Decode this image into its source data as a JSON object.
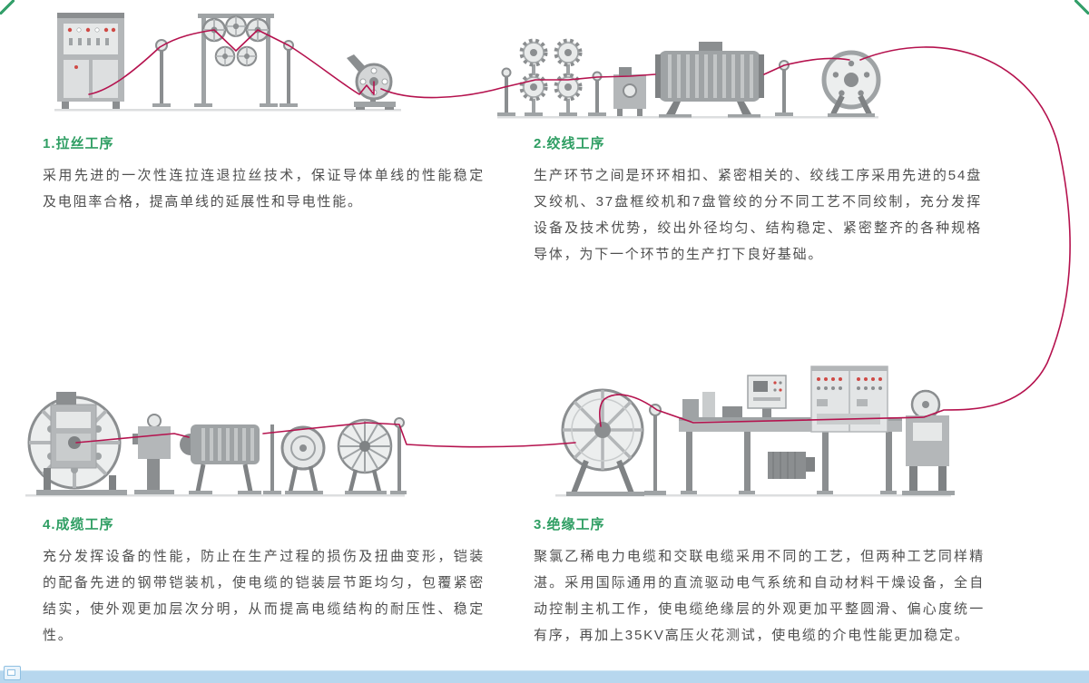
{
  "page": {
    "background": "#ffffff",
    "heading_green": "#2f9e63",
    "body_text_color": "#4f4f4f",
    "wire_color": "#b5124e",
    "machine_gray_dark": "#7f8284",
    "machine_gray_mid": "#9fa3a5",
    "machine_gray_light": "#c9cccd",
    "footer_bar_color": "#b7d7ee"
  },
  "sections": [
    {
      "title": "1.拉丝工序",
      "body": "采用先进的一次性连拉连退拉丝技术，保证导体单线的性能稳定及电阻率合格，提高单线的延展性和导电性能。"
    },
    {
      "title": "2.绞线工序",
      "body": "生产环节之间是环环相扣、紧密相关的、绞线工序采用先进的54盘叉绞机、37盘框绞机和7盘管绞的分不同工艺不同绞制，充分发挥设备及技术优势，绞出外径均匀、结构稳定、紧密整齐的各种规格导体，为下一个环节的生产打下良好基础。"
    },
    {
      "title": "3.绝缘工序",
      "body": "聚氯乙稀电力电缆和交联电缆采用不同的工艺，但两种工艺同样精湛。采用国际通用的直流驱动电气系统和自动材料干燥设备，全自动控制主机工作，使电缆绝缘层的外观更加平整圆滑、偏心度统一有序，再加上35KV高压火花测试，使电缆的介电性能更加稳定。"
    },
    {
      "title": "4.成缆工序",
      "body": "充分发挥设备的性能，防止在生产过程的损伤及扭曲变形，铠装的配备先进的钢带铠装机，使电缆的铠装层节距均匀，包覆紧密结实，使外观更加层次分明，从而提高电缆结构的耐压性、稳定性。"
    }
  ],
  "illustrations": [
    {
      "name": "wire-drawing-line"
    },
    {
      "name": "stranding-line"
    },
    {
      "name": "insulation-line"
    },
    {
      "name": "cabling-armoring-line"
    }
  ]
}
